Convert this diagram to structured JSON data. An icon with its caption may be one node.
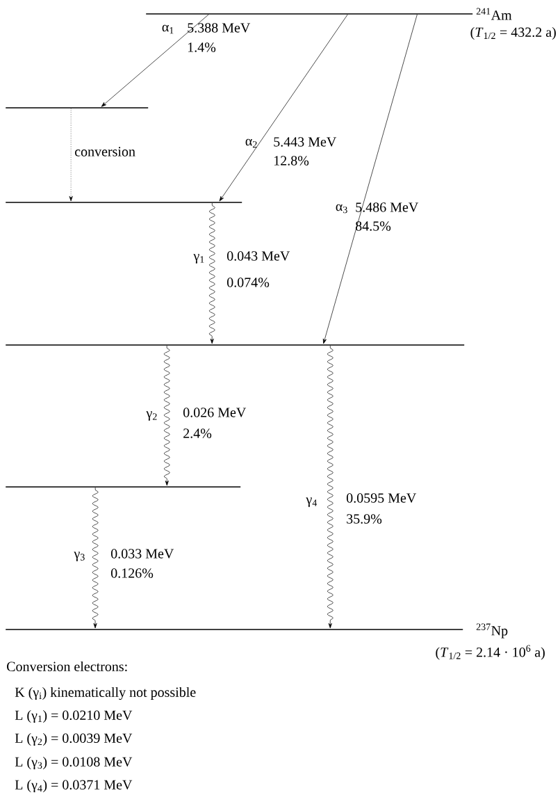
{
  "diagram": {
    "nodes": [
      {
        "text": [],
        "shape": "bar",
        "beside": [
          "$^{241}$Am",
          "(*T*$_{1/2}$ = 432.2 a)"
        ]
      },
      {
        "text": [],
        "shape": "bar"
      },
      {
        "text": [],
        "shape": "bar"
      },
      {
        "text": [],
        "shape": "bar"
      },
      {
        "text": [],
        "shape": "bar"
      },
      {
        "text": [],
        "shape": "bar",
        "beside": [
          "$^{237}$Np",
          "(*T*$_{1/2}$ = 2.14 · 10$^{6}$ a)"
        ]
      }
    ],
    "edges": [
      {
        "from": 0,
        "to": 1,
        "arrow": "to",
        "label": "α$_{1}$"
      },
      {
        "from": 1,
        "to": 2,
        "arrow": "to",
        "label": "conversion",
        "style": "dashed"
      },
      {
        "from": 0,
        "to": 2,
        "arrow": "to",
        "label": "α$_{2}$"
      },
      {
        "from": 0,
        "to": 3,
        "arrow": "to",
        "label": "α$_{3}$"
      },
      {
        "from": 2,
        "to": 3,
        "arrow": "to",
        "label": "γ$_{1}$"
      },
      {
        "from": 3,
        "to": 4,
        "arrow": "to",
        "label": "γ$_{2}$"
      },
      {
        "from": 4,
        "to": 5,
        "arrow": "to",
        "label": "γ$_{3}$"
      },
      {
        "from": 3,
        "to": 5,
        "arrow": "to",
        "label": "γ$_{4}$"
      }
    ],
    "labels": [
      "5.388 MeV",
      "1.4%",
      "5.443 MeV",
      "12.8%",
      "5.486 MeV",
      "84.5%",
      "0.043 MeV",
      "0.074%",
      "0.026 MeV",
      "2.4%",
      "0.0595 MeV",
      "35.9%",
      "0.033 MeV",
      "0.126%",
      "Conversion electrons:",
      "K (γ$_{i}$) kinematically not possible",
      "L (γ$_{1}$) = 0.0210 MeV",
      "L (γ$_{2}$) = 0.0039 MeV",
      "L (γ$_{3}$) = 0.0108 MeV",
      "L (γ$_{4}$) = 0.0371 MeV"
    ]
  }
}
